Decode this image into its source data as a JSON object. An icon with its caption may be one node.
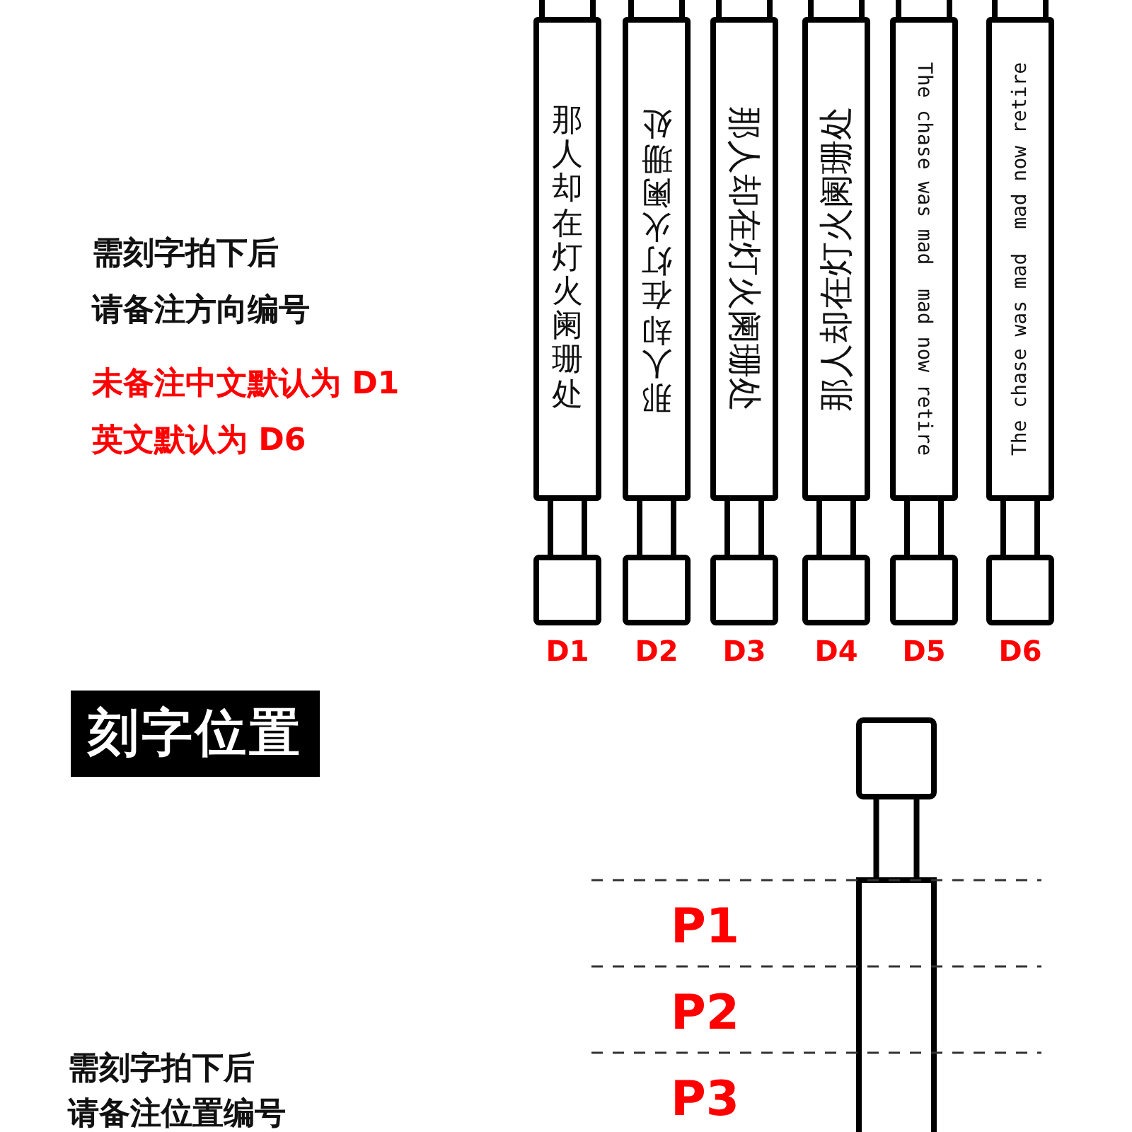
{
  "diagram": {
    "title": "刻字位置",
    "nodes": [
      {
        "text": [
          "那人却在灯火阑珊处"
        ]
      },
      {
        "text": [
          "那人却在灯火阑珊处"
        ]
      },
      {
        "text": [
          "那人却在灯火阑珊处"
        ]
      },
      {
        "text": [
          "那人却在灯火阑珊处"
        ]
      },
      {
        "text": [
          "The chase was mad  mad now retire"
        ]
      },
      {
        "text": [
          "The chase was mad  mad now retire"
        ]
      },
      {
        "text": [],
        "shape": "box"
      }
    ],
    "labels": [
      "D1",
      "D2",
      "D3",
      "D4",
      "D5",
      "D6",
      "需刻字拍下后",
      "请备注方向编号",
      "未备注中文默认为 D1",
      "英文默认为 D6",
      "P1",
      "P2",
      "P3",
      "需刻字拍下后",
      "请备注位置编号"
    ]
  }
}
